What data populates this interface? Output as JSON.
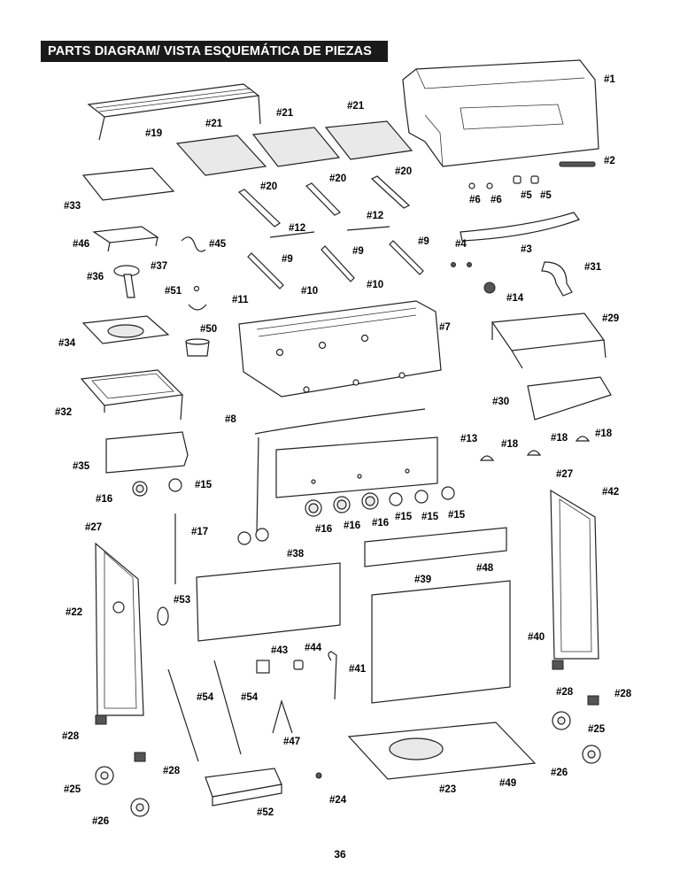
{
  "header": {
    "title": "PARTS DIAGRAM/ VISTA ESQUEMÁTICA DE PIEZAS"
  },
  "footer": {
    "page_number": "36"
  },
  "labels": {
    "p1": "#1",
    "p2": "#2",
    "p3": "#3",
    "p4": "#4",
    "p5a": "#5",
    "p5b": "#5",
    "p6a": "#6",
    "p6b": "#6",
    "p7": "#7",
    "p8": "#8",
    "p9a": "#9",
    "p9b": "#9",
    "p9c": "#9",
    "p10a": "#10",
    "p10b": "#10",
    "p11": "#11",
    "p12a": "#12",
    "p12b": "#12",
    "p13": "#13",
    "p14": "#14",
    "p15a": "#15",
    "p15b": "#15",
    "p15c": "#15",
    "p15d": "#15",
    "p16a": "#16",
    "p16b": "#16",
    "p16c": "#16",
    "p16d": "#16",
    "p17": "#17",
    "p18a": "#18",
    "p18b": "#18",
    "p18c": "#18",
    "p19": "#19",
    "p20a": "#20",
    "p20b": "#20",
    "p20c": "#20",
    "p21a": "#21",
    "p21b": "#21",
    "p21c": "#21",
    "p22": "#22",
    "p23": "#23",
    "p24": "#24",
    "p25a": "#25",
    "p25b": "#25",
    "p26a": "#26",
    "p26b": "#26",
    "p27a": "#27",
    "p27b": "#27",
    "p28a": "#28",
    "p28b": "#28",
    "p28c": "#28",
    "p28d": "#28",
    "p29": "#29",
    "p30": "#30",
    "p31": "#31",
    "p32": "#32",
    "p33": "#33",
    "p34": "#34",
    "p35": "#35",
    "p36": "#36",
    "p37": "#37",
    "p38": "#38",
    "p39": "#39",
    "p40": "#40",
    "p41": "#41",
    "p42": "#42",
    "p43": "#43",
    "p44": "#44",
    "p45": "#45",
    "p46": "#46",
    "p47": "#47",
    "p48": "#48",
    "p49": "#49",
    "p50": "#50",
    "p51": "#51",
    "p52": "#52",
    "p53": "#53",
    "p54a": "#54",
    "p54b": "#54"
  }
}
